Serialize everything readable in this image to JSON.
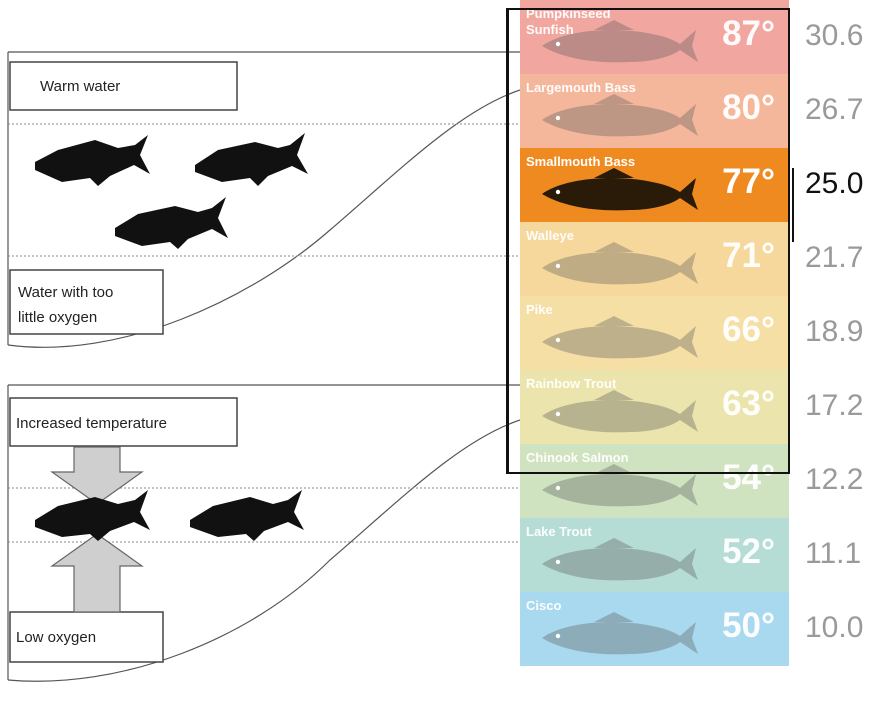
{
  "diagram": {
    "top": {
      "warm_label": "Warm water",
      "low_oxygen_label_line1": "Water with too",
      "low_oxygen_label_line2": "little oxygen"
    },
    "bottom": {
      "increased_label": "Increased temperature",
      "low_oxygen_label": "Low oxygen"
    }
  },
  "fish_bands": [
    {
      "name": "Pumpkinseed Sunfish",
      "temp": "87°",
      "celsius": "30.6",
      "color": "#f1a7a0"
    },
    {
      "name": "Largemouth Bass",
      "temp": "80°",
      "celsius": "26.7",
      "color": "#f4b79b"
    },
    {
      "name": "Smallmouth Bass",
      "temp": "77°",
      "celsius": "25.0",
      "color": "#ee8a1f"
    },
    {
      "name": "Walleye",
      "temp": "71°",
      "celsius": "21.7",
      "color": "#f6d89c"
    },
    {
      "name": "Pike",
      "temp": "66°",
      "celsius": "18.9",
      "color": "#f5dfa5"
    },
    {
      "name": "Rainbow Trout",
      "temp": "63°",
      "celsius": "17.2",
      "color": "#ece4ad"
    },
    {
      "name": "Chinook Salmon",
      "temp": "54°",
      "celsius": "12.2",
      "color": "#cfe3c1"
    },
    {
      "name": "Lake Trout",
      "temp": "52°",
      "celsius": "11.1",
      "color": "#b6dcd6"
    },
    {
      "name": "Cisco",
      "temp": "50°",
      "celsius": "10.0",
      "color": "#a9d9ee"
    }
  ],
  "highlighted_fish": "Smallmouth Bass"
}
